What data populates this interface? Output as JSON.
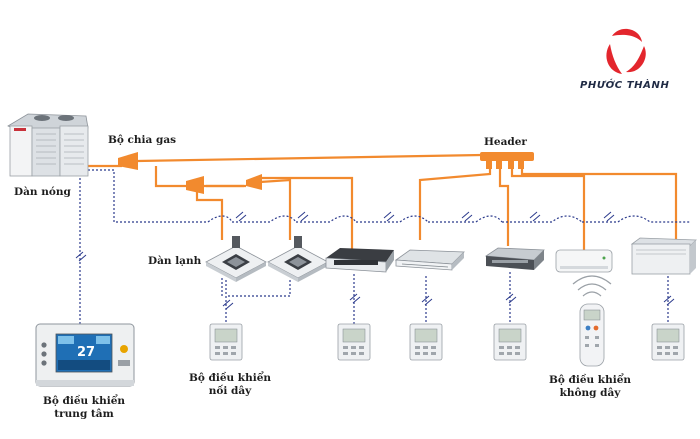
{
  "brand": {
    "name": "PHƯỚC THÀNH",
    "accent": "#e3262d"
  },
  "colors": {
    "gas_pipe": "#f28a2e",
    "control_wire": "#2b3a8c",
    "unit_body": "#e9ecef",
    "unit_dark": "#3a3d42"
  },
  "labels": {
    "outdoor_unit": "Dàn nóng",
    "gas_splitter": "Bộ chia gas",
    "header": "Header",
    "indoor_units": "Dàn lạnh",
    "central_controller_line1": "Bộ điều khiển",
    "central_controller_line2": "trung tâm",
    "wired_controller_line1": "Bộ điều khiển",
    "wired_controller_line2": "nối dây",
    "wireless_controller_line1": "Bộ điều khiển",
    "wireless_controller_line2": "không dây"
  },
  "central_panel": {
    "display_value": "27"
  },
  "indoor_unit_types": [
    "cassette-4-way-icon",
    "cassette-4-way-icon",
    "cassette-4-way-dark-icon",
    "ceiling-suspended-icon",
    "ducted-slim-icon",
    "wall-mounted-icon",
    "floor-standing-icon"
  ]
}
